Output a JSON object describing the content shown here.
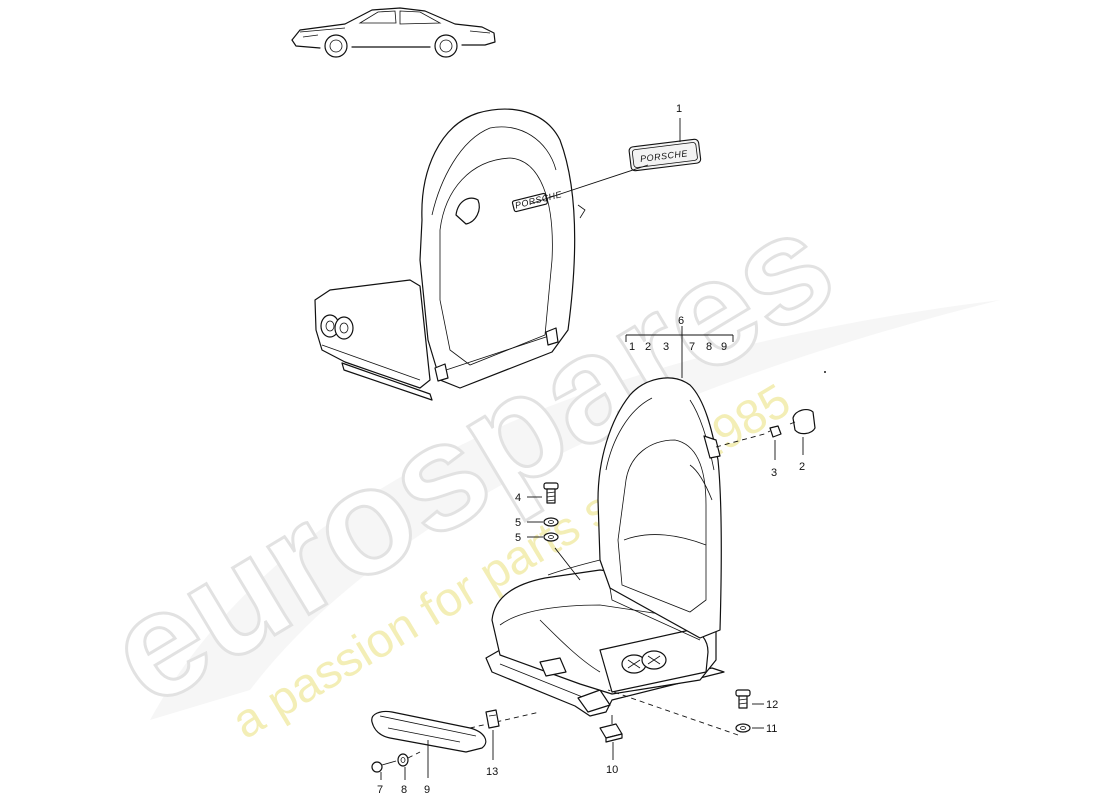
{
  "watermark": {
    "brand": "eurospares",
    "tagline": "a passion for parts since 1985"
  },
  "plate_label": "PORSCHE",
  "callouts": {
    "p1": "1",
    "p2": "2",
    "p3": "3",
    "p4": "4",
    "p5a": "5",
    "p5b": "5",
    "p6": "6",
    "p7": "7",
    "p8": "8",
    "p9": "9",
    "p10": "10",
    "p11": "11",
    "p12": "12",
    "p13": "13"
  },
  "bracket_numbers": [
    "1",
    "2",
    "3",
    "7",
    "8",
    "9"
  ],
  "colors": {
    "line": "#111111",
    "watermark_grey": "#e6e6e6",
    "watermark_yellow": "#f4efb0"
  }
}
